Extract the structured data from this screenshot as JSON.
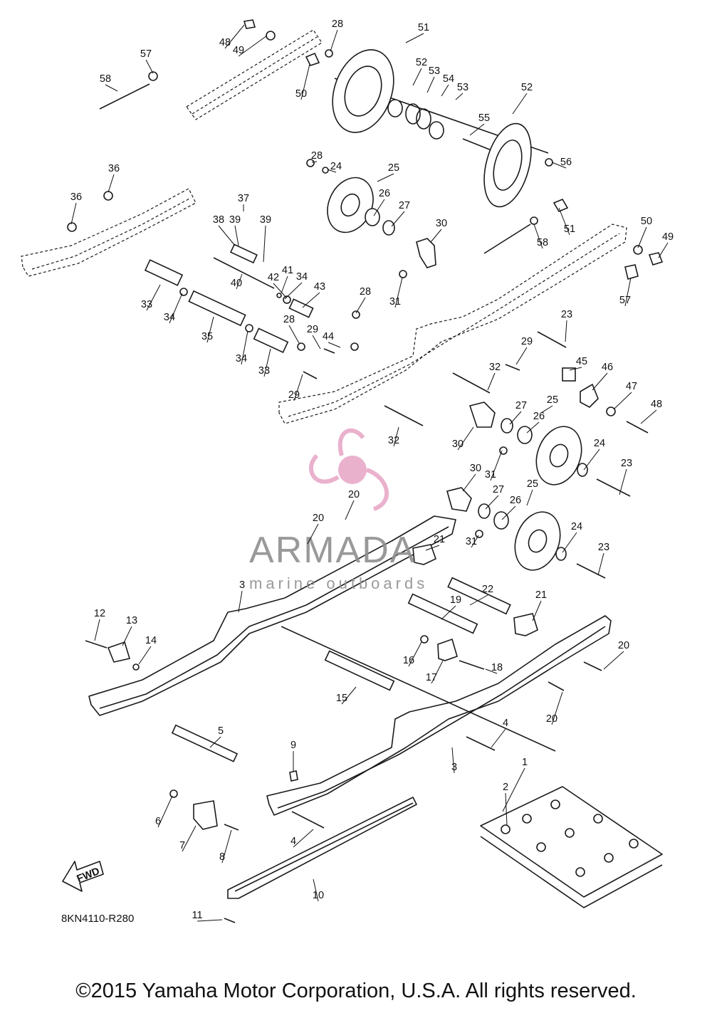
{
  "diagram": {
    "code": "8KN4110-R280",
    "copyright": "©2015 Yamaha Motor Corporation, U.S.A. All rights reserved.",
    "fwd_label": "FWD",
    "callouts": [
      "1",
      "2",
      "3",
      "3",
      "4",
      "4",
      "5",
      "6",
      "7",
      "8",
      "9",
      "10",
      "11",
      "12",
      "13",
      "14",
      "15",
      "16",
      "17",
      "18",
      "19",
      "20",
      "20",
      "20",
      "20",
      "21",
      "21",
      "22",
      "23",
      "23",
      "23",
      "24",
      "24",
      "24",
      "25",
      "25",
      "25",
      "26",
      "26",
      "26",
      "27",
      "27",
      "27",
      "28",
      "28",
      "28",
      "28",
      "29",
      "29",
      "29",
      "30",
      "30",
      "30",
      "31",
      "31",
      "31",
      "32",
      "32",
      "33",
      "33",
      "34",
      "34",
      "34",
      "35",
      "36",
      "36",
      "37",
      "38",
      "39",
      "39",
      "40",
      "41",
      "42",
      "43",
      "44",
      "45",
      "46",
      "47",
      "48",
      "48",
      "49",
      "49",
      "50",
      "50",
      "51",
      "51",
      "52",
      "52",
      "53",
      "53",
      "54",
      "55",
      "56",
      "57",
      "57",
      "58",
      "58"
    ]
  },
  "watermark": {
    "brand": "ARMADA",
    "tagline": "marine outboards",
    "accent_color": "#e8a9c8"
  }
}
